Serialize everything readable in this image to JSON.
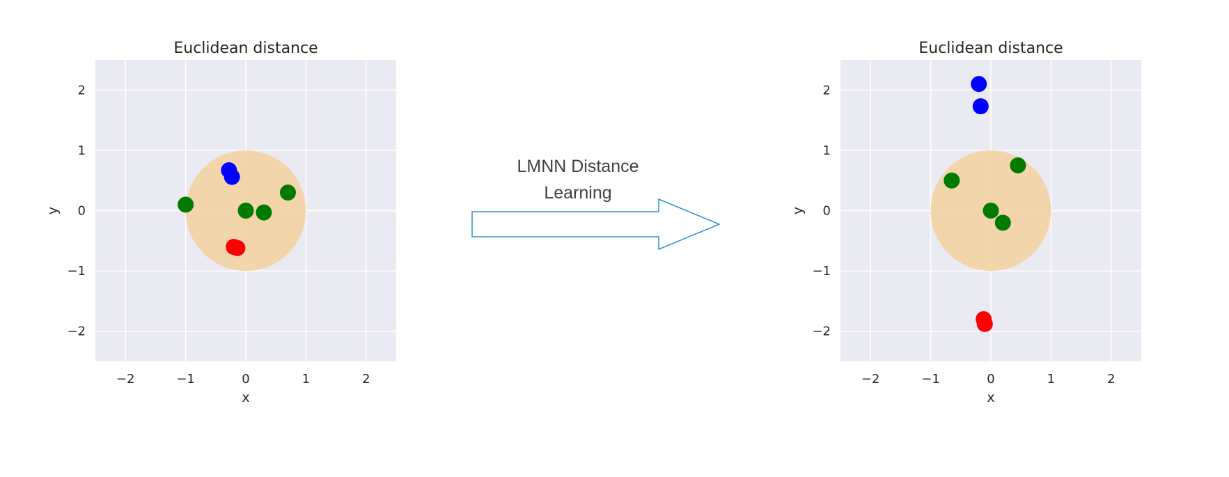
{
  "colors": {
    "background": "#eaeaf2",
    "grid": "#ffffff",
    "neighborhood": "#f2d4a6",
    "arrow_stroke": "#2b8fd1",
    "class_green": "#007a00",
    "class_blue": "#0000ff",
    "class_red": "#ff0000"
  },
  "arrow": {
    "label_line1": "LMNN Distance",
    "label_line2": "Learning"
  },
  "chart_data": [
    {
      "type": "scatter",
      "title": "Euclidean distance",
      "xlabel": "x",
      "ylabel": "y",
      "xlim": [
        -2.5,
        2.5
      ],
      "ylim": [
        -2.5,
        2.5
      ],
      "xticks": [
        -2,
        -1,
        0,
        1,
        2
      ],
      "yticks": [
        -2,
        -1,
        0,
        1,
        2
      ],
      "tick_labels": [
        "−2",
        "−1",
        "0",
        "1",
        "2"
      ],
      "grid": true,
      "circle": {
        "center": [
          0,
          0
        ],
        "radius": 1
      },
      "series": [
        {
          "color": "green",
          "points": [
            [
              -1.0,
              0.1
            ],
            [
              0.0,
              0.0
            ],
            [
              0.3,
              -0.03
            ],
            [
              0.7,
              0.3
            ]
          ]
        },
        {
          "color": "blue",
          "points": [
            [
              -0.28,
              0.67
            ],
            [
              -0.23,
              0.56
            ]
          ]
        },
        {
          "color": "red",
          "points": [
            [
              -0.2,
              -0.6
            ],
            [
              -0.14,
              -0.62
            ]
          ]
        }
      ]
    },
    {
      "type": "scatter",
      "title": "Euclidean distance",
      "xlabel": "x",
      "ylabel": "y",
      "xlim": [
        -2.5,
        2.5
      ],
      "ylim": [
        -2.5,
        2.5
      ],
      "xticks": [
        -2,
        -1,
        0,
        1,
        2
      ],
      "yticks": [
        -2,
        -1,
        0,
        1,
        2
      ],
      "tick_labels": [
        "−2",
        "−1",
        "0",
        "1",
        "2"
      ],
      "grid": true,
      "circle": {
        "center": [
          0,
          0
        ],
        "radius": 1
      },
      "series": [
        {
          "color": "green",
          "points": [
            [
              -0.65,
              0.5
            ],
            [
              0.0,
              0.0
            ],
            [
              0.2,
              -0.2
            ],
            [
              0.45,
              0.75
            ]
          ]
        },
        {
          "color": "blue",
          "points": [
            [
              -0.2,
              2.1
            ],
            [
              -0.17,
              1.73
            ]
          ]
        },
        {
          "color": "red",
          "points": [
            [
              -0.12,
              -1.8
            ],
            [
              -0.1,
              -1.88
            ]
          ]
        }
      ]
    }
  ]
}
